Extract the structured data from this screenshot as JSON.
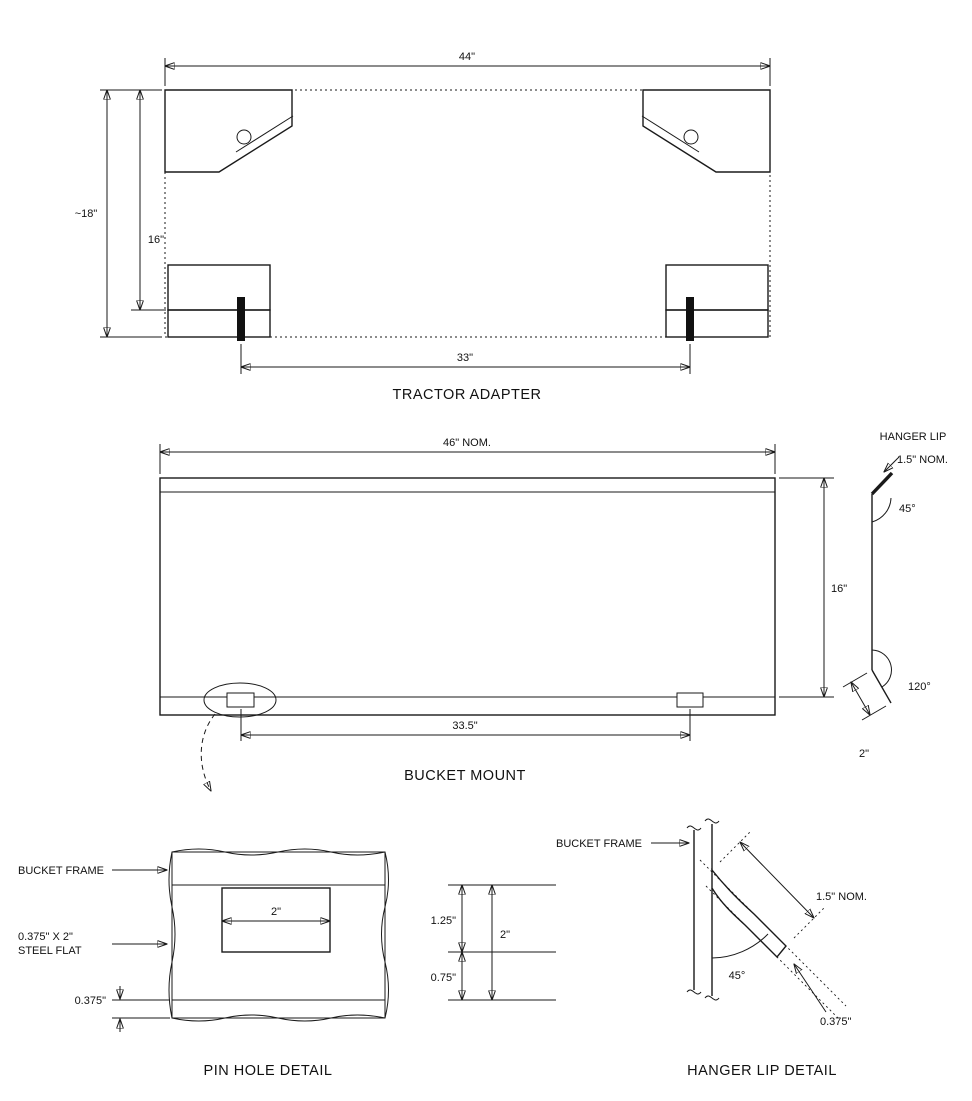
{
  "tractor_adapter": {
    "title": "TRACTOR ADAPTER",
    "width": "44\"",
    "overall_height": "~18\"",
    "inner_height": "16\"",
    "pin_spacing": "33\""
  },
  "bucket_mount": {
    "title": "BUCKET MOUNT",
    "width": "46\" NOM.",
    "height": "16\"",
    "hole_spacing": "33.5\""
  },
  "hanger_lip_profile": {
    "label": "HANGER LIP",
    "lip_length": "1.5\" NOM.",
    "top_angle": "45°",
    "bottom_angle": "120°",
    "bottom_length": "2\""
  },
  "pin_hole_detail": {
    "title": "PIN HOLE DETAIL",
    "bucket_frame_label": "BUCKET FRAME",
    "steel_flat_label_line1": "0.375\" X 2\"",
    "steel_flat_label_line2": "STEEL FLAT",
    "plate_thickness": "0.375\"",
    "hole_width": "2\"",
    "dim_upper": "1.25\"",
    "dim_total": "2\"",
    "dim_lower": "0.75\""
  },
  "hanger_lip_detail": {
    "title": "HANGER LIP DETAIL",
    "bucket_frame_label": "BUCKET FRAME",
    "lip_length": "1.5\" NOM.",
    "angle": "45°",
    "thickness": "0.375\""
  }
}
